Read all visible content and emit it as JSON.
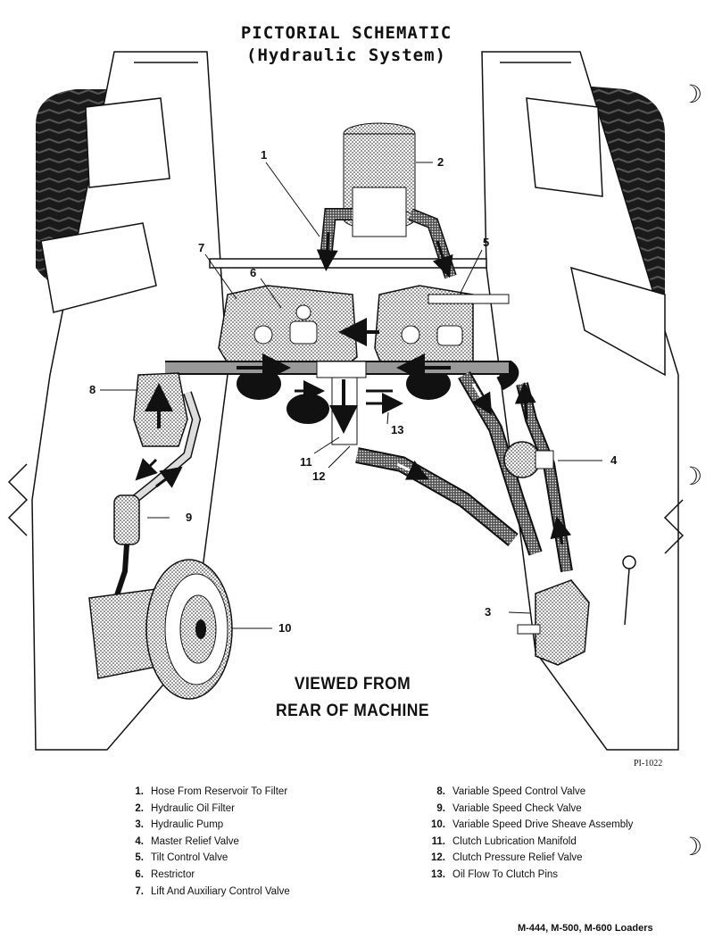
{
  "header": {
    "title_line1": "PICTORIAL  SCHEMATIC",
    "title_line2": "(Hydraulic  System)"
  },
  "callouts": [
    "1",
    "2",
    "3",
    "4",
    "5",
    "6",
    "7",
    "8",
    "9",
    "10",
    "11",
    "12",
    "13"
  ],
  "view_caption": {
    "line1": "VIEWED FROM",
    "line2": "REAR OF MACHINE"
  },
  "figure_ref": "PI-1022",
  "legend": {
    "left": [
      {
        "num": "1.",
        "text": "Hose From Reservoir To Filter"
      },
      {
        "num": "2.",
        "text": "Hydraulic Oil Filter"
      },
      {
        "num": "3.",
        "text": "Hydraulic Pump"
      },
      {
        "num": "4.",
        "text": "Master Relief Valve"
      },
      {
        "num": "5.",
        "text": "Tilt Control Valve"
      },
      {
        "num": "6.",
        "text": "Restrictor"
      },
      {
        "num": "7.",
        "text": "Lift And Auxiliary Control Valve"
      }
    ],
    "right": [
      {
        "num": "8.",
        "text": "Variable Speed Control Valve"
      },
      {
        "num": "9.",
        "text": "Variable Speed Check Valve"
      },
      {
        "num": "10.",
        "text": "Variable Speed Drive Sheave Assembly"
      },
      {
        "num": "11.",
        "text": "Clutch Lubrication Manifold"
      },
      {
        "num": "12.",
        "text": "Clutch Pressure Relief Valve"
      },
      {
        "num": "13.",
        "text": "Oil Flow To Clutch Pins"
      }
    ]
  },
  "footer": "M-444, M-500, M-600 Loaders",
  "binder_marks": [
    "☽",
    "☽",
    "☽"
  ]
}
